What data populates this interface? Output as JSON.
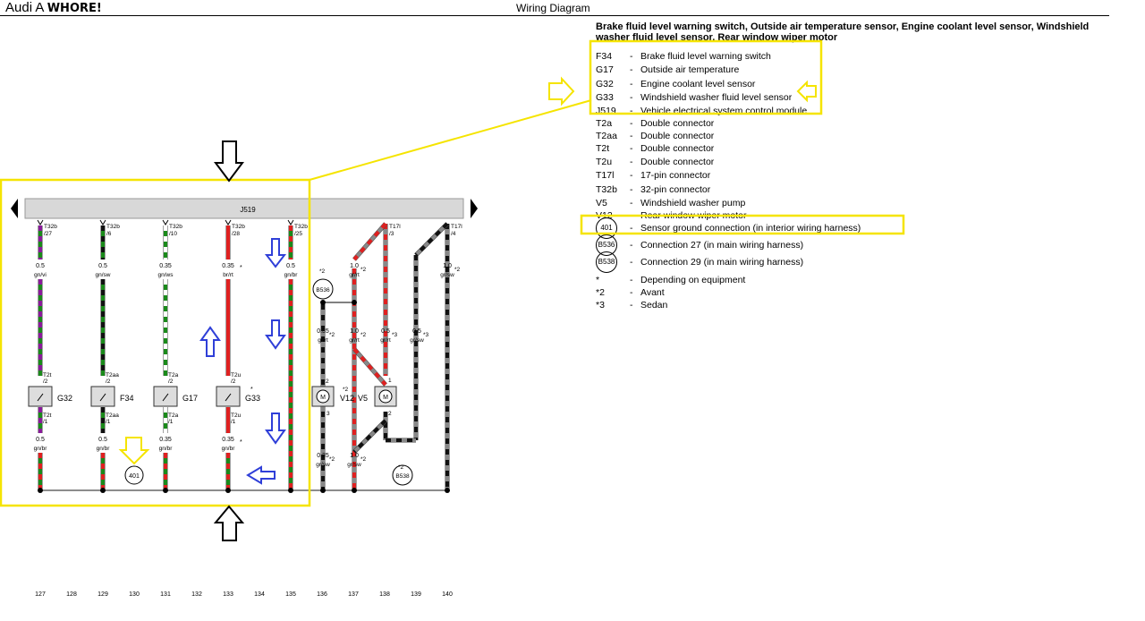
{
  "header": {
    "brand": "Audi A",
    "brand_bold": "WHORE!",
    "title": "Wiring Diagram"
  },
  "legend": {
    "title": "Brake fluid level warning switch, Outside air temperature sensor, Engine coolant level sensor, Windshield washer fluid level sensor, Rear window wiper motor",
    "items": [
      {
        "code": "F34",
        "desc": "Brake fluid level warning switch"
      },
      {
        "code": "G17",
        "desc": "Outside air temperature"
      },
      {
        "code": "G32",
        "desc": "Engine coolant level sensor"
      },
      {
        "code": "G33",
        "desc": "Windshield washer fluid level sensor"
      },
      {
        "code": "J519",
        "desc": "Vehicle electrical system control module"
      },
      {
        "code": "T2a",
        "desc": "Double connector"
      },
      {
        "code": "T2aa",
        "desc": "Double connector"
      },
      {
        "code": "T2t",
        "desc": "Double connector"
      },
      {
        "code": "T2u",
        "desc": "Double connector"
      },
      {
        "code": "T17l",
        "desc": "17-pin connector"
      },
      {
        "code": "T32b",
        "desc": "32-pin connector"
      },
      {
        "code": "V5",
        "desc": "Windshield washer pump"
      },
      {
        "code": "V12",
        "desc": "Rear window wiper motor"
      },
      {
        "code": "401",
        "desc": "Sensor ground connection (in interior wiring harness)",
        "circle": true
      },
      {
        "code": "B536",
        "desc": "Connection 27 (in main wiring harness)",
        "circle": true
      },
      {
        "code": "B538",
        "desc": "Connection 29 (in main wiring harness)",
        "circle": true
      },
      {
        "code": "*",
        "desc": "Depending on equipment"
      },
      {
        "code": "*2",
        "desc": "Avant"
      },
      {
        "code": "*3",
        "desc": "Sedan"
      }
    ]
  },
  "diagram": {
    "module": "J519",
    "ground_label": "401",
    "b536": "B536",
    "b538": "B538",
    "columns": [
      "127",
      "128",
      "129",
      "130",
      "131",
      "132",
      "133",
      "134",
      "135",
      "136",
      "137",
      "138",
      "139",
      "140"
    ],
    "wires": [
      {
        "pin": "T32b",
        "pinno": "/27",
        "gauge": "0.5",
        "color": "gn/vi",
        "conn_top": "T2t",
        "conn_top_pin": "/2",
        "comp": "G32",
        "conn_bot": "T2t",
        "conn_bot_pin": "/1",
        "gauge2": "0.5",
        "color2": "gn/br",
        "c1": "#1a8a1a",
        "c2": "#8a1a9a"
      },
      {
        "pin": "T32b",
        "pinno": "/6",
        "gauge": "0.5",
        "color": "gn/sw",
        "conn_top": "T2aa",
        "conn_top_pin": "/2",
        "comp": "F34",
        "conn_bot": "T2aa",
        "conn_bot_pin": "/1",
        "gauge2": "0.5",
        "color2": "gn/br",
        "c1": "#1a8a1a",
        "c2": "#111111"
      },
      {
        "pin": "T32b",
        "pinno": "/10",
        "gauge": "0.35",
        "color": "gn/ws",
        "conn_top": "T2a",
        "conn_top_pin": "/2",
        "comp": "G17",
        "conn_bot": "T2a",
        "conn_bot_pin": "/1",
        "gauge2": "0.35",
        "color2": "gn/br",
        "c1": "#1a8a1a",
        "c2": "#ffffff"
      },
      {
        "pin": "T32b",
        "pinno": "/28",
        "gauge": "0.35",
        "color": "br/rt",
        "conn_top": "T2u",
        "conn_top_pin": "/2",
        "comp": "G33",
        "conn_bot": "T2u",
        "conn_bot_pin": "/1",
        "gauge2": "0.35",
        "color2": "gn/br",
        "c1": "#e02020",
        "c2": "#e02020"
      },
      {
        "pin": "T32b",
        "pinno": "/25",
        "gauge": "0.5",
        "color": "gn/br",
        "c1": "#1a8a1a",
        "c2": "#e02020"
      }
    ],
    "right": {
      "t17_a": "T17l",
      "t17_a_pin": "/3",
      "t17_b": "T17l",
      "t17_b_pin": "/4",
      "g1": "1.0",
      "col1": "gr/rt",
      "g2": "1.0",
      "col2": "gr/sw",
      "g3": "0.35",
      "col3": "gr/rt",
      "g4": "1.0",
      "col4": "gr/rt",
      "g5": "0.5",
      "col5": "gr/rt",
      "g6": "0.5",
      "col6": "gr/sw",
      "g7": "0.35",
      "col7": "gr/sw",
      "g8": "1.0",
      "col8": "gr/sw",
      "v12": "V12",
      "v5": "V5",
      "m": "M",
      "star2": "*2",
      "star3": "*3",
      "star": "*",
      "p1": "1",
      "p2": "2",
      "p3": "3"
    }
  }
}
